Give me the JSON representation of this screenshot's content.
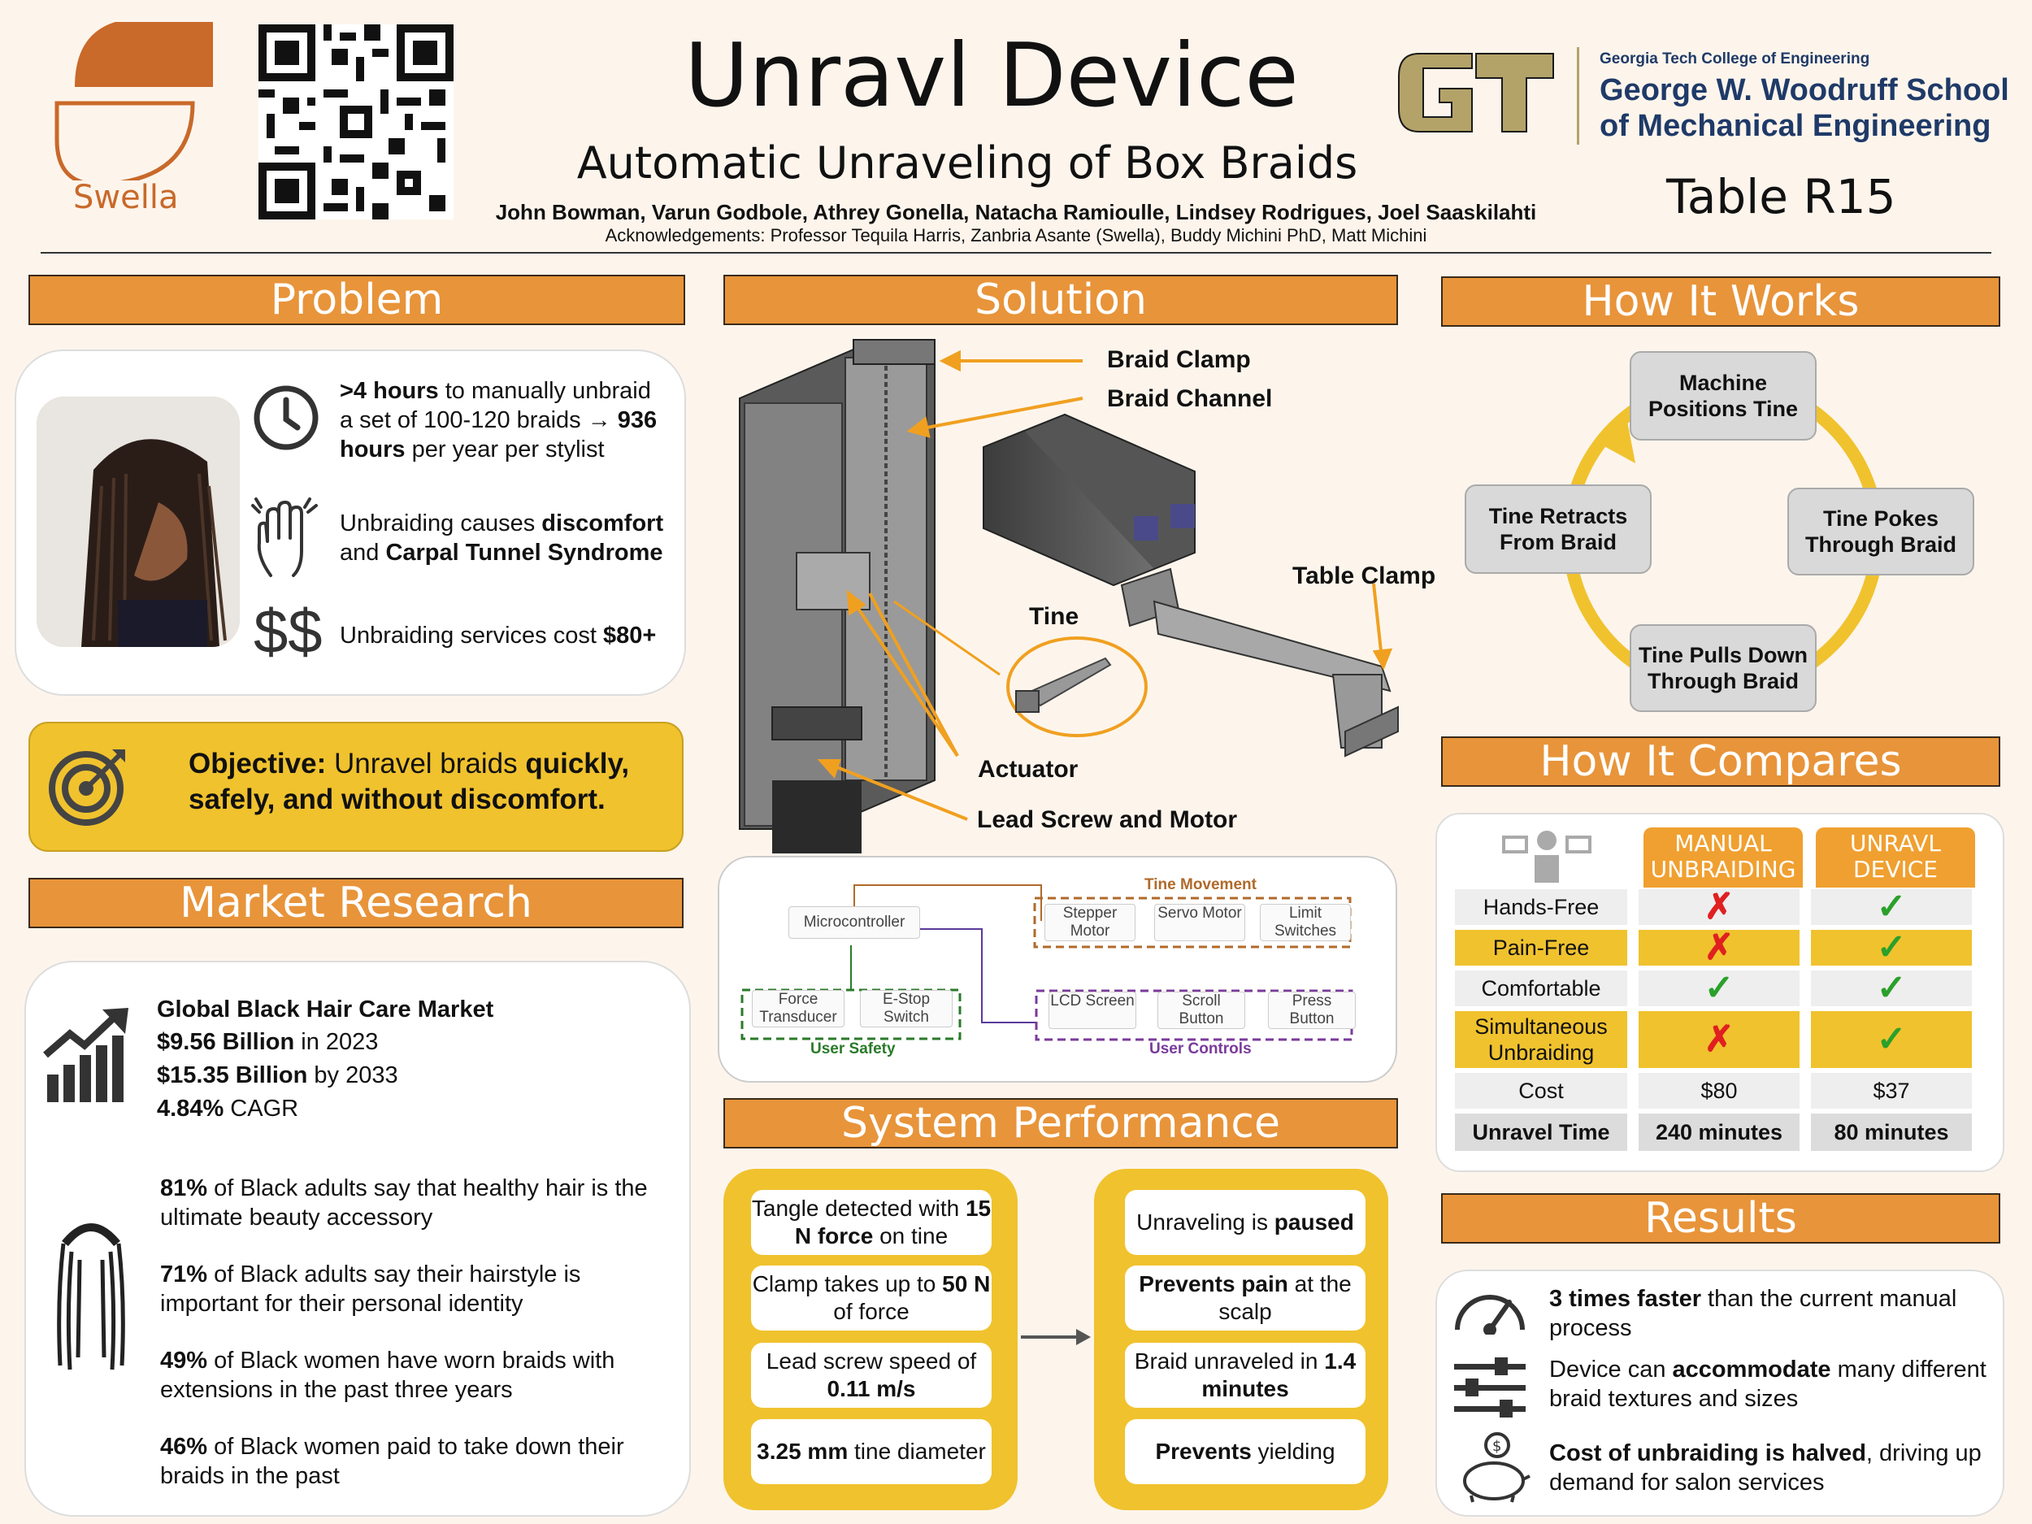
{
  "header": {
    "title": "Unravl Device",
    "subtitle": "Automatic Unraveling of Box Braids",
    "authors": "John Bowman, Varun Godbole, Athrey Gonella, Natacha Ramioulle, Lindsey Rodrigues, Joel Saaskilahti",
    "acknowledgements": "Acknowledgements: Professor Tequila Harris, Zanbria Asante (Swella), Buddy Michini PhD, Matt Michini",
    "sponsor_logo_text": "Swella",
    "gt_college": "Georgia Tech College of Engineering",
    "gt_school_line1": "George W. Woodruff School",
    "gt_school_line2": "of Mechanical Engineering",
    "table": "Table R15"
  },
  "problem": {
    "heading": "Problem",
    "item1": {
      "b1": ">4 hours",
      "t1": " to manually unbraid a set of 100-120 braids → ",
      "b2": "936 hours",
      "t2": " per year per stylist"
    },
    "item2": {
      "t1": "Unbraiding causes ",
      "b1": "discomfort",
      "t2": " and ",
      "b2": "Carpal Tunnel Syndrome"
    },
    "item3": {
      "t1": "Unbraiding services cost ",
      "b1": "$80+"
    },
    "objective": {
      "b1": "Objective:",
      "t1": " Unravel braids ",
      "b2": "quickly, safely, and without discomfort."
    }
  },
  "market": {
    "heading": "Market Research",
    "title": "Global Black Hair Care Market",
    "s1b": "$9.56 Billion",
    "s1t": " in 2023",
    "s2b": "$15.35 Billion",
    "s2t": " by 2033",
    "s3b": "4.84%",
    "s3t": " CAGR",
    "stat1b": "81%",
    "stat1t": " of Black adults say that healthy hair is the ultimate beauty accessory",
    "stat2b": "71%",
    "stat2t": " of Black adults say their hairstyle is important for their personal identity",
    "stat3b": "49%",
    "stat3t": " of Black women have worn braids with extensions in the past three years",
    "stat4b": "46%",
    "stat4t": " of Black women paid to take down their braids in the past"
  },
  "solution": {
    "heading": "Solution",
    "labels": {
      "clamp": "Braid Clamp",
      "channel": "Braid Channel",
      "tine": "Tine",
      "table_clamp": "Table Clamp",
      "actuator": "Actuator",
      "lead": "Lead Screw and Motor"
    },
    "block": {
      "micro": "Microcontroller",
      "tine_movement": "Tine Movement",
      "stepper": "Stepper Motor",
      "servo": "Servo Motor",
      "limit": "Limit Switches",
      "force": "Force Transducer",
      "estop": "E-Stop Switch",
      "user_safety": "User Safety",
      "lcd": "LCD Screen",
      "scroll": "Scroll Button",
      "press": "Press Button",
      "user_controls": "User Controls"
    }
  },
  "performance": {
    "heading": "System Performance",
    "l1t": "Tangle detected with ",
    "l1b": "15 N force",
    "l1e": " on tine",
    "l2t": "Clamp takes up to ",
    "l2b": "50 N",
    "l2e": " of force",
    "l3t": "Lead screw speed of ",
    "l3b": "0.11 m/s",
    "l4b": "3.25 mm",
    "l4e": " tine diameter",
    "r1t": "Unraveling is ",
    "r1b": "paused",
    "r2b": "Prevents pain",
    "r2e": " at the scalp",
    "r3t": "Braid unraveled in ",
    "r3b": "1.4 minutes",
    "r4b": "Prevents",
    "r4e": " yielding"
  },
  "how_it_works": {
    "heading": "How It Works",
    "step1": "Machine Positions Tine",
    "step2": "Tine Pokes Through Braid",
    "step3": "Tine Pulls Down Through Braid",
    "step4": "Tine Retracts From Braid"
  },
  "compare": {
    "heading": "How It Compares",
    "col1": "MANUAL UNBRAIDING",
    "col2": "UNRAVL DEVICE",
    "rows": [
      {
        "label": "Hands-Free",
        "manual": "✗",
        "device": "✓"
      },
      {
        "label": "Pain-Free",
        "manual": "✗",
        "device": "✓"
      },
      {
        "label": "Comfortable",
        "manual": "✓",
        "device": "✓"
      },
      {
        "label": "Simultaneous Unbraiding",
        "manual": "✗",
        "device": "✓"
      },
      {
        "label": "Cost",
        "manual": "$80",
        "device": "$37"
      },
      {
        "label": "Unravel Time",
        "manual": "240 minutes",
        "device": "80 minutes"
      }
    ]
  },
  "results": {
    "heading": "Results",
    "r1b": "3 times faster",
    "r1t": " than the current manual process",
    "r2t": "Device can ",
    "r2b": "accommodate",
    "r2e": " many different braid textures and sizes",
    "r3b": "Cost of unbraiding is halved",
    "r3t": ", driving up demand for salon services"
  },
  "colors": {
    "accent_orange": "#e8943a",
    "accent_yellow": "#f0c22e",
    "gt_navy": "#1f3a68",
    "gt_gold": "#b3a369"
  }
}
